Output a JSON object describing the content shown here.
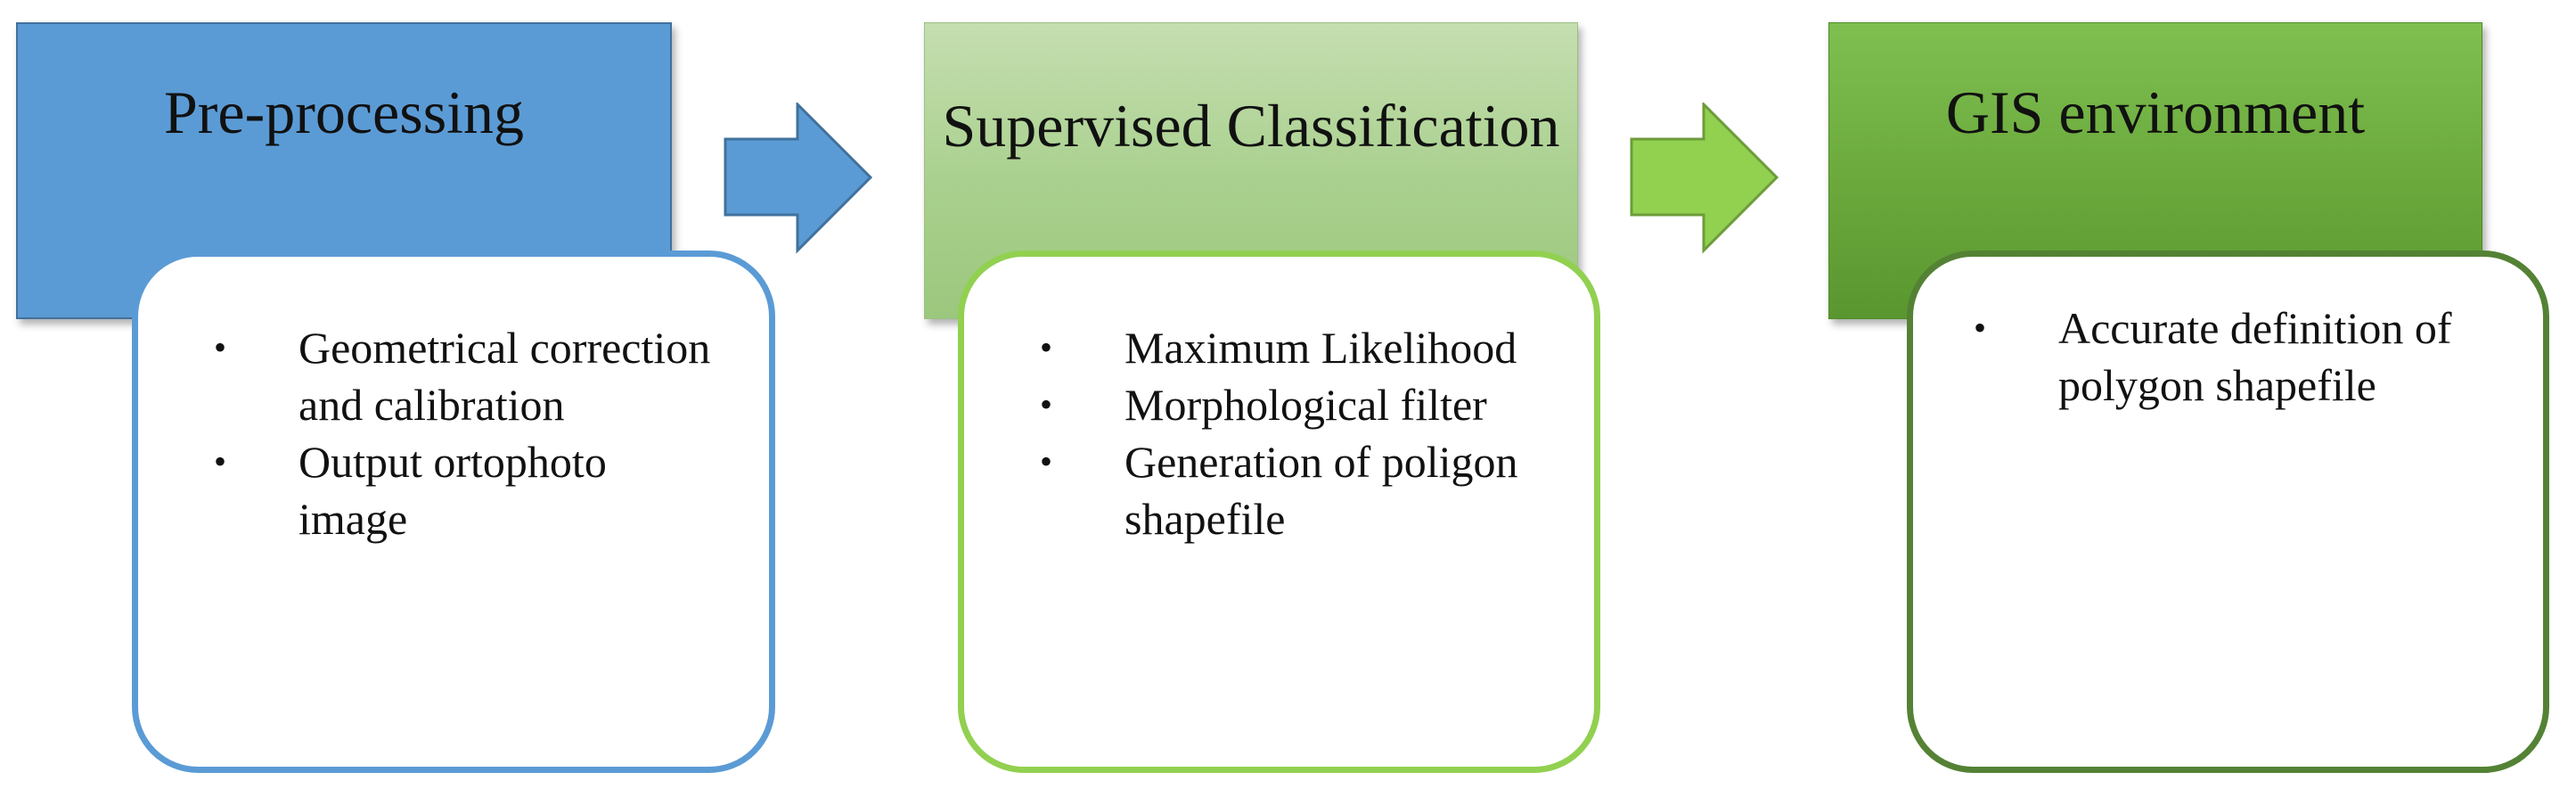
{
  "stages": [
    {
      "title": "Pre-processing",
      "items": [
        "Geometrical correction and calibration",
        "Output ortophoto image"
      ]
    },
    {
      "title": "Supervised Classification",
      "items": [
        "Maximum Likelihood",
        "Morphological filter",
        "Generation of poligon shapefile"
      ]
    },
    {
      "title": "GIS environment",
      "items": [
        "Accurate definition of polygon shapefile"
      ]
    }
  ],
  "bullet_char": "•",
  "colors": {
    "stage1_fill": "#5b9bd5",
    "stage1_border": "#41719c",
    "stage2_fill": "#a9d08e",
    "stage2_border": "#92d050",
    "stage3_fill": "#70ad47",
    "stage3_border": "#548235",
    "arrow1_fill": "#5b9bd5",
    "arrow2_fill": "#92d050"
  }
}
